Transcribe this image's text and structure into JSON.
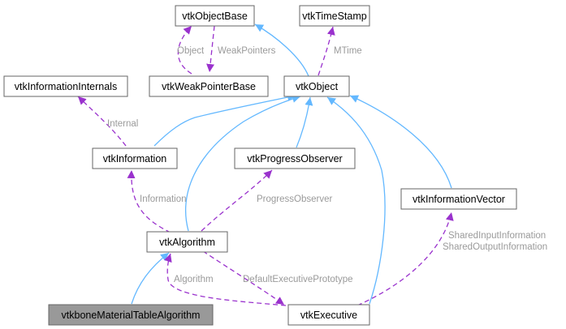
{
  "colors": {
    "inheritance_edge": "#63b8ff",
    "usage_edge": "#9a32cd",
    "edge_label": "#9a9a9a",
    "node_border": "#666666",
    "highlight_node_fill": "#999999"
  },
  "nodes": {
    "vtkObjectBase": "vtkObjectBase",
    "vtkTimeStamp": "vtkTimeStamp",
    "vtkInformationInternals": "vtkInformationInternals",
    "vtkWeakPointerBase": "vtkWeakPointerBase",
    "vtkObject": "vtkObject",
    "vtkInformation": "vtkInformation",
    "vtkProgressObserver": "vtkProgressObserver",
    "vtkInformationVector": "vtkInformationVector",
    "vtkAlgorithm": "vtkAlgorithm",
    "vtkboneMaterialTableAlgorithm": "vtkboneMaterialTableAlgorithm",
    "vtkExecutive": "vtkExecutive"
  },
  "edge_labels": {
    "object": "Object",
    "weak_pointers": "WeakPointers",
    "mtime": "MTime",
    "internal": "Internal",
    "information": "Information",
    "progress_observer": "ProgressObserver",
    "shared_input_information": "SharedInputInformation",
    "shared_output_information": "SharedOutputInformation",
    "algorithm": "Algorithm",
    "default_executive_prototype": "DefaultExecutivePrototype"
  }
}
